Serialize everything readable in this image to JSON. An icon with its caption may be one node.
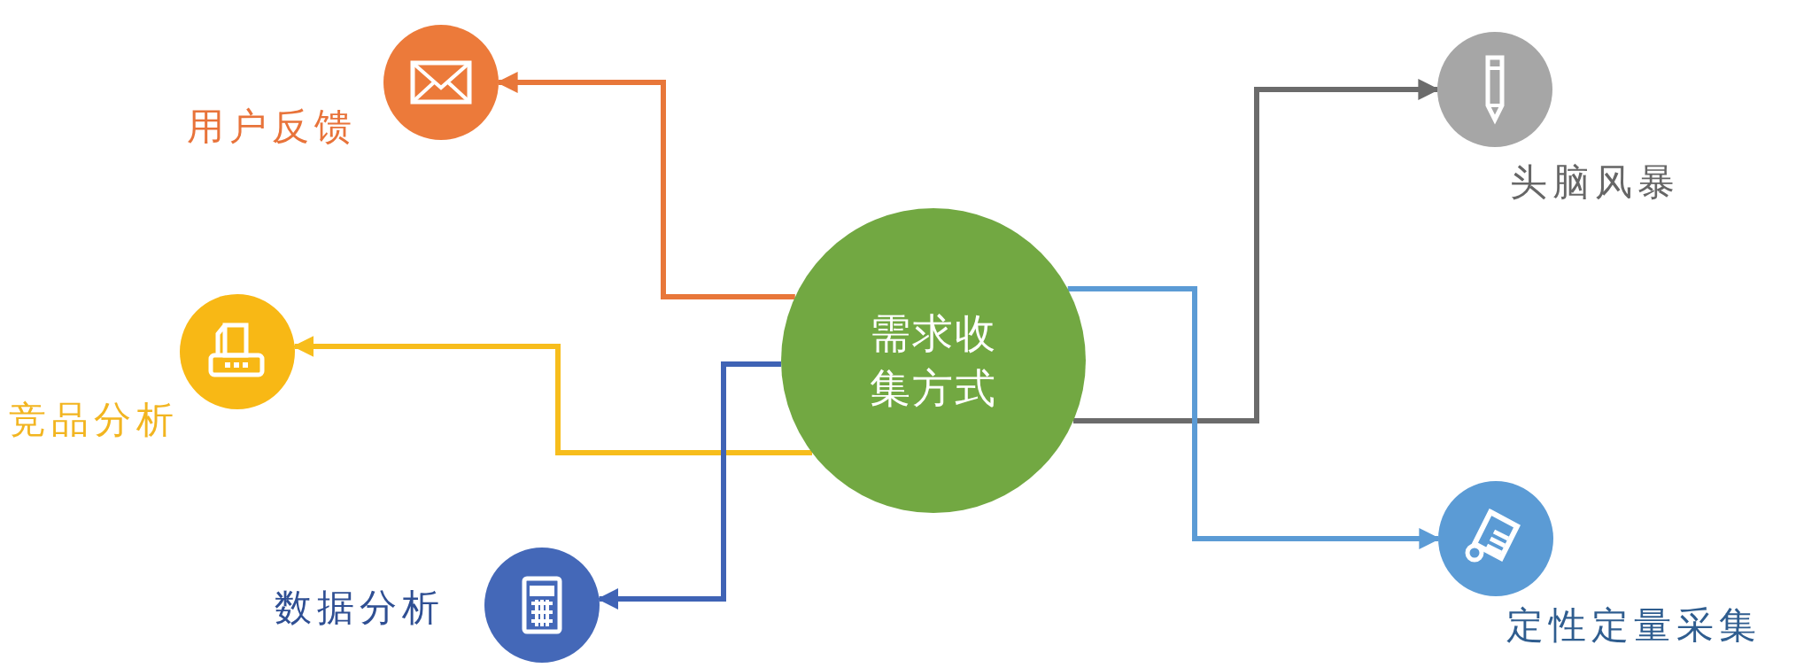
{
  "diagram": {
    "nodes": [
      {
        "text": [
          "需求收集方式"
        ]
      },
      {
        "text": [],
        "shape": "circle",
        "beside": [
          "用户反馈"
        ]
      },
      {
        "text": [],
        "shape": "circle",
        "beside": [
          "竞品分析"
        ]
      },
      {
        "text": [],
        "shape": "circle",
        "beside": [
          "数据分析"
        ]
      },
      {
        "text": [],
        "shape": "circle",
        "beside": [
          "头脑风暴"
        ]
      },
      {
        "text": [],
        "shape": "circle",
        "beside": [
          "定性定量采集"
        ]
      }
    ],
    "edges": [
      {
        "from": 0,
        "to": 1,
        "arrow": "to",
        "color": "#e8773a"
      },
      {
        "from": 0,
        "to": 2,
        "arrow": "to",
        "color": "#f7bd1c"
      },
      {
        "from": 0,
        "to": 3,
        "arrow": "to",
        "color": "#3f63b5"
      },
      {
        "from": 0,
        "to": 4,
        "arrow": "to",
        "color": "#6b6b6b"
      },
      {
        "from": 0,
        "to": 5,
        "arrow": "to",
        "color": "#5b9bd5"
      }
    ]
  }
}
